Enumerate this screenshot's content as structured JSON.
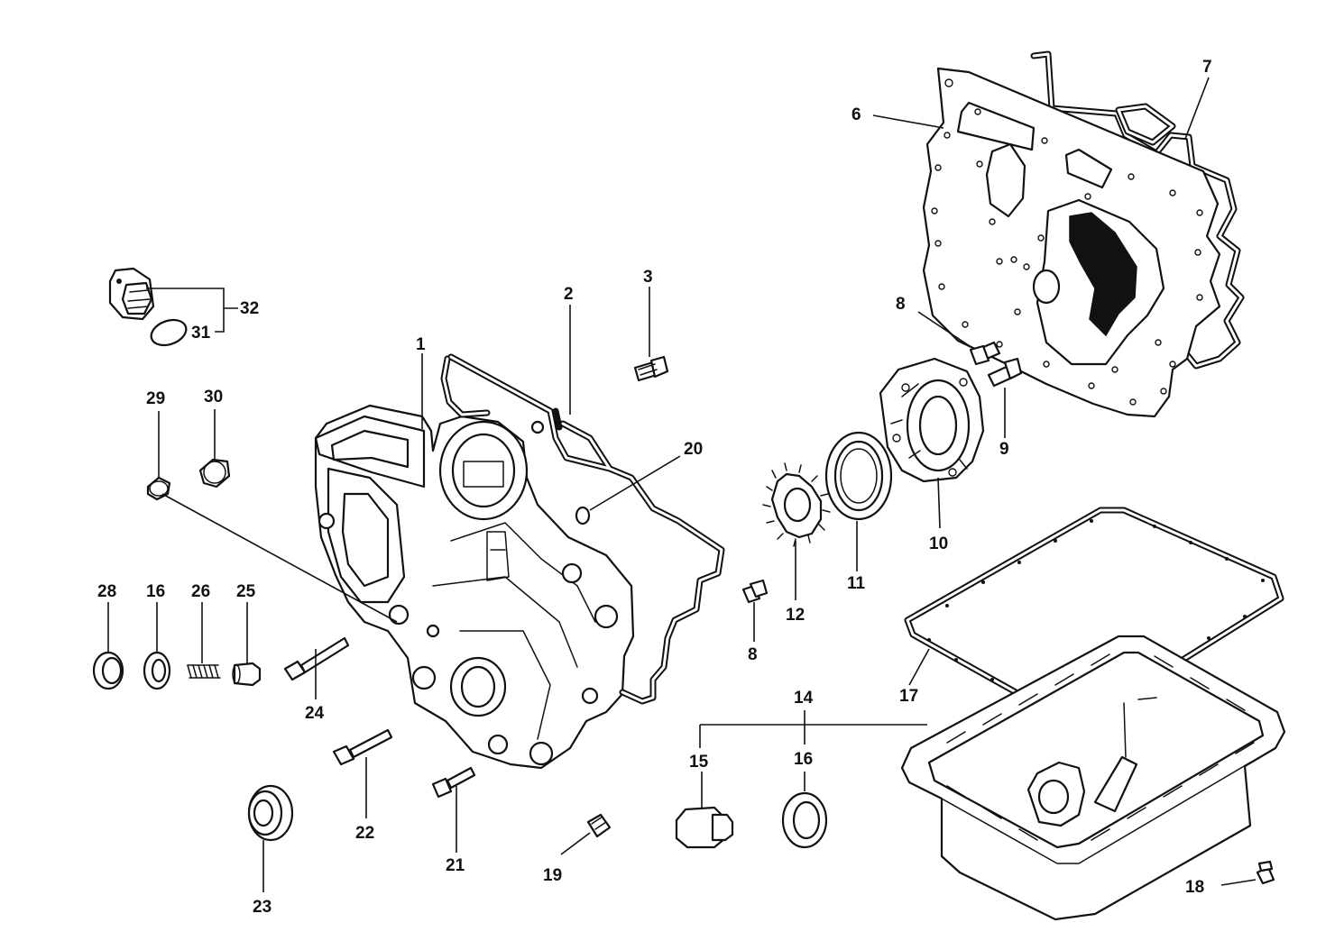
{
  "callouts": {
    "c1": "1",
    "c2": "2",
    "c3": "3",
    "c6": "6",
    "c7": "7",
    "c8a": "8",
    "c8b": "8",
    "c9": "9",
    "c10": "10",
    "c11": "11",
    "c12": "12",
    "c14": "14",
    "c15": "15",
    "c16a": "16",
    "c16b": "16",
    "c17": "17",
    "c18": "18",
    "c19": "19",
    "c20": "20",
    "c21": "21",
    "c22": "22",
    "c23": "23",
    "c24": "24",
    "c25": "25",
    "c26": "26",
    "c28": "28",
    "c29": "29",
    "c30": "30",
    "c31": "31",
    "c32": "32"
  },
  "colors": {
    "ink": "#111111",
    "paper": "#ffffff"
  }
}
